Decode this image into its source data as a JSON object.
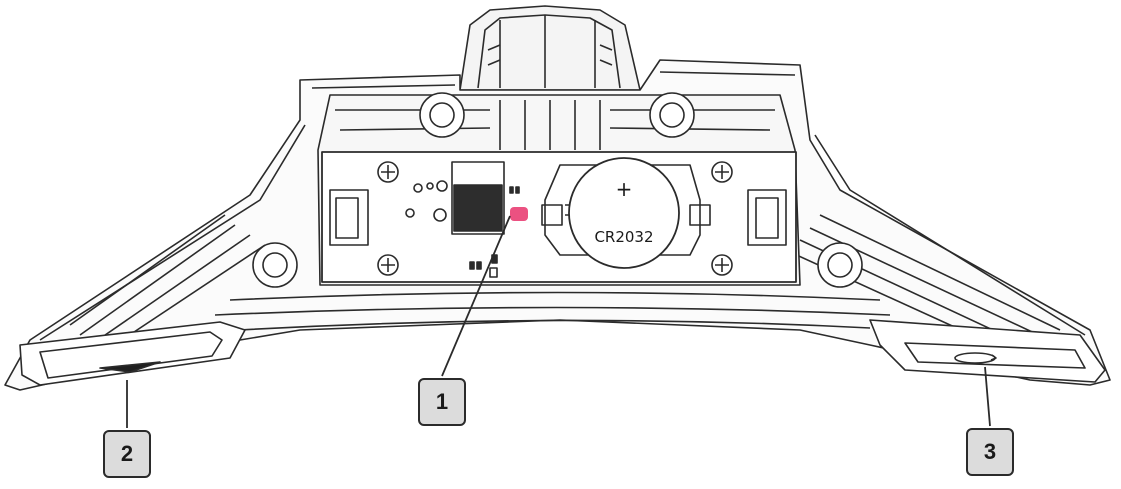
{
  "battery": {
    "label": "CR2032",
    "plus": "+"
  },
  "callouts": [
    {
      "number": "1"
    },
    {
      "number": "2"
    },
    {
      "number": "3"
    }
  ],
  "colors": {
    "line": "#2b2b2b",
    "box_fill": "#dcdcdc",
    "led": "#e8336b"
  }
}
